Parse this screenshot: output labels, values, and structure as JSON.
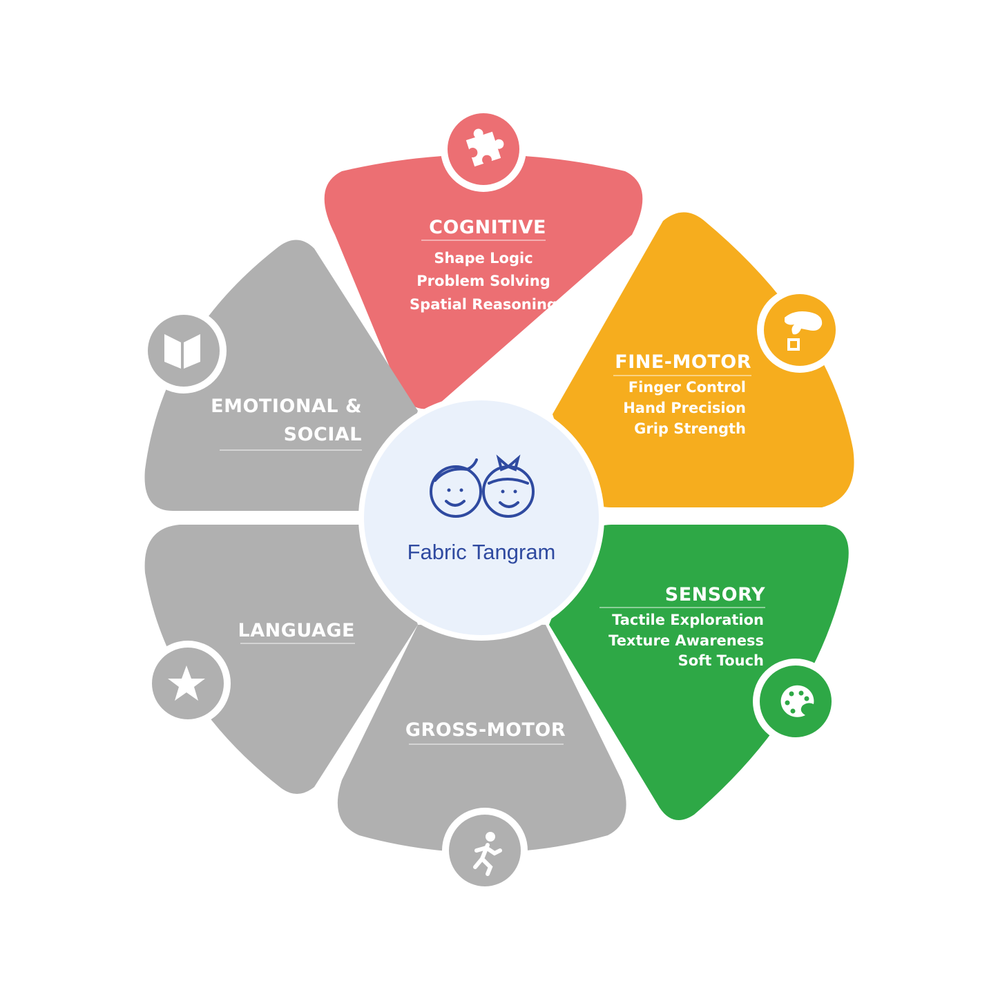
{
  "colors": {
    "cognitive": "#ec6f73",
    "fine_motor": "#f6ad1e",
    "sensory": "#2ea846",
    "inactive": "#b0b0b0",
    "center_fill": "#eaf1fb",
    "center_text": "#2f4aa0"
  },
  "center": {
    "label": "Fabric Tangram",
    "icon": "kids-faces-icon"
  },
  "segments": {
    "cognitive": {
      "title": "COGNITIVE",
      "items": [
        "Shape Logic",
        "Problem Solving",
        "Spatial Reasoning"
      ],
      "icon": "puzzle-piece-icon",
      "active": true
    },
    "fine_motor": {
      "title": "FINE-MOTOR",
      "items": [
        "Finger Control",
        "Hand Precision",
        "Grip Strength"
      ],
      "icon": "hand-picking-block-icon",
      "active": true
    },
    "sensory": {
      "title": "SENSORY",
      "items": [
        "Tactile Exploration",
        "Texture Awareness",
        "Soft Touch"
      ],
      "icon": "paint-palette-icon",
      "active": true
    },
    "gross_motor": {
      "title": "GROSS-MOTOR",
      "items": [],
      "icon": "running-person-icon",
      "active": false
    },
    "language": {
      "title": "LANGUAGE",
      "items": [],
      "icon": "star-icon",
      "active": false
    },
    "emotional_social": {
      "title_line1": "EMOTIONAL &",
      "title_line2": "SOCIAL",
      "items": [],
      "icon": "open-book-icon",
      "active": false
    }
  }
}
